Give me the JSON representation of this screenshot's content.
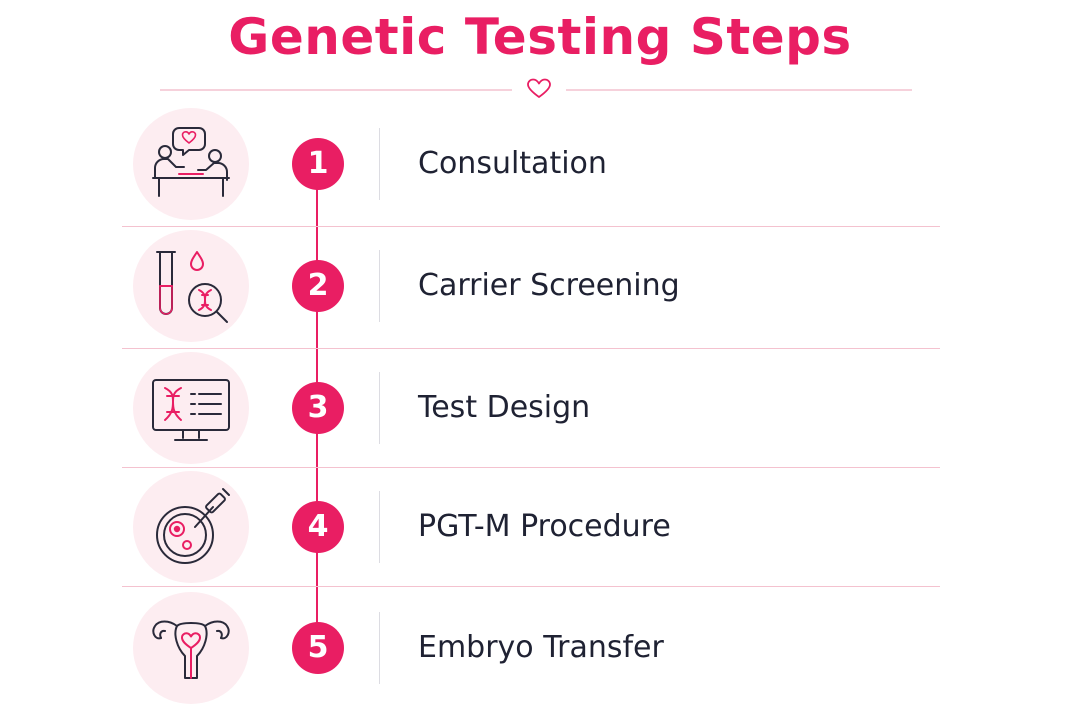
{
  "title": "Genetic Testing Steps",
  "colors": {
    "accent": "#e91e63",
    "icon_bg": "#fdedf1",
    "icon_stroke": "#2a2a3a",
    "separator": "#f4c2cf",
    "text": "#1f2233"
  },
  "steps": [
    {
      "number": "1",
      "label": "Consultation",
      "icon": "consultation-icon"
    },
    {
      "number": "2",
      "label": "Carrier Screening",
      "icon": "test-tube-dna-icon"
    },
    {
      "number": "3",
      "label": "Test Design",
      "icon": "monitor-dna-icon"
    },
    {
      "number": "4",
      "label": "PGT-M Procedure",
      "icon": "petri-dish-pipette-icon"
    },
    {
      "number": "5",
      "label": "Embryo Transfer",
      "icon": "uterus-heart-icon"
    }
  ]
}
